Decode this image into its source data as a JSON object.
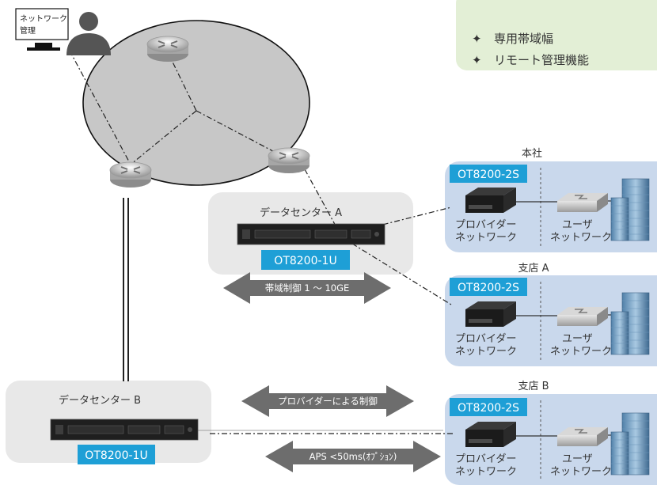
{
  "colors": {
    "accent_blue": "#1e9fd6",
    "cloud_gray": "#c7c7c7",
    "site_blue": "#c9d8ec",
    "dc_gray": "#e8e8e8",
    "feature_green": "#e3efd6",
    "arrow_gray": "#6d6d6d"
  },
  "admin": {
    "label_line1": "ネットワーク",
    "label_line2": "管理"
  },
  "features": {
    "bullet": "✦",
    "items": [
      "専用帯域幅",
      "リモート管理機能"
    ]
  },
  "datacenter_a": {
    "title": "データセンター A",
    "model": "OT8200-1U"
  },
  "datacenter_b": {
    "title": "データセンター B",
    "model": "OT8200-1U"
  },
  "arrows": {
    "bandwidth": "帯域制御 1 ～ 10GE",
    "provider": "プロバイダーによる制御",
    "aps": "APS <50ms(ｵﾌﾟｼｮﾝ)"
  },
  "sites": [
    {
      "name": "本社",
      "model": "OT8200-2S",
      "provider_line1": "プロバイダー",
      "provider_line2": "ネットワーク",
      "user_line1": "ユーザ",
      "user_line2": "ネットワーク"
    },
    {
      "name": "支店 A",
      "model": "OT8200-2S",
      "provider_line1": "プロバイダー",
      "provider_line2": "ネットワーク",
      "user_line1": "ユーザ",
      "user_line2": "ネットワーク"
    },
    {
      "name": "支店 B",
      "model": "OT8200-2S",
      "provider_line1": "プロバイダー",
      "provider_line2": "ネットワーク",
      "user_line1": "ユーザ",
      "user_line2": "ネットワーク"
    }
  ]
}
